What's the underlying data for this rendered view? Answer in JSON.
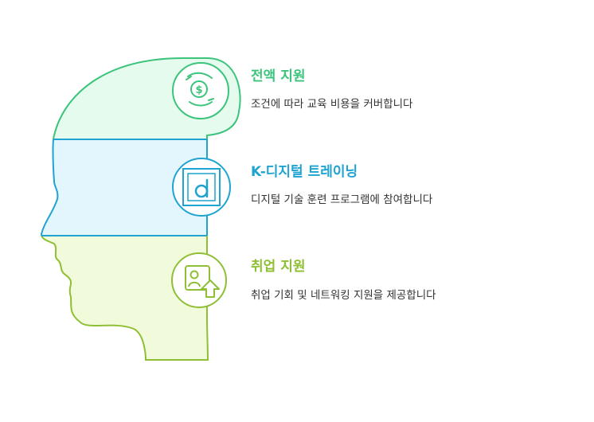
{
  "items": [
    {
      "title": "전액 지원",
      "description": "조건에 따라 교육 비용을 커버합니다",
      "icon": "hand-dollar-icon",
      "color": "#3cc47c",
      "fill": "#e4fbee"
    },
    {
      "title": "K-디지털 트레이닝",
      "description": "디지털 기술 훈련 프로그램에 참여합니다",
      "icon": "digital-d-icon",
      "color": "#1fa3d1",
      "fill": "#e3f6fd"
    },
    {
      "title": "취업 지원",
      "description": "취업 기회 및 네트워킹 지원을 제공합니다",
      "icon": "user-upload-icon",
      "color": "#8fbf34",
      "fill": "#f1fbdc"
    }
  ]
}
